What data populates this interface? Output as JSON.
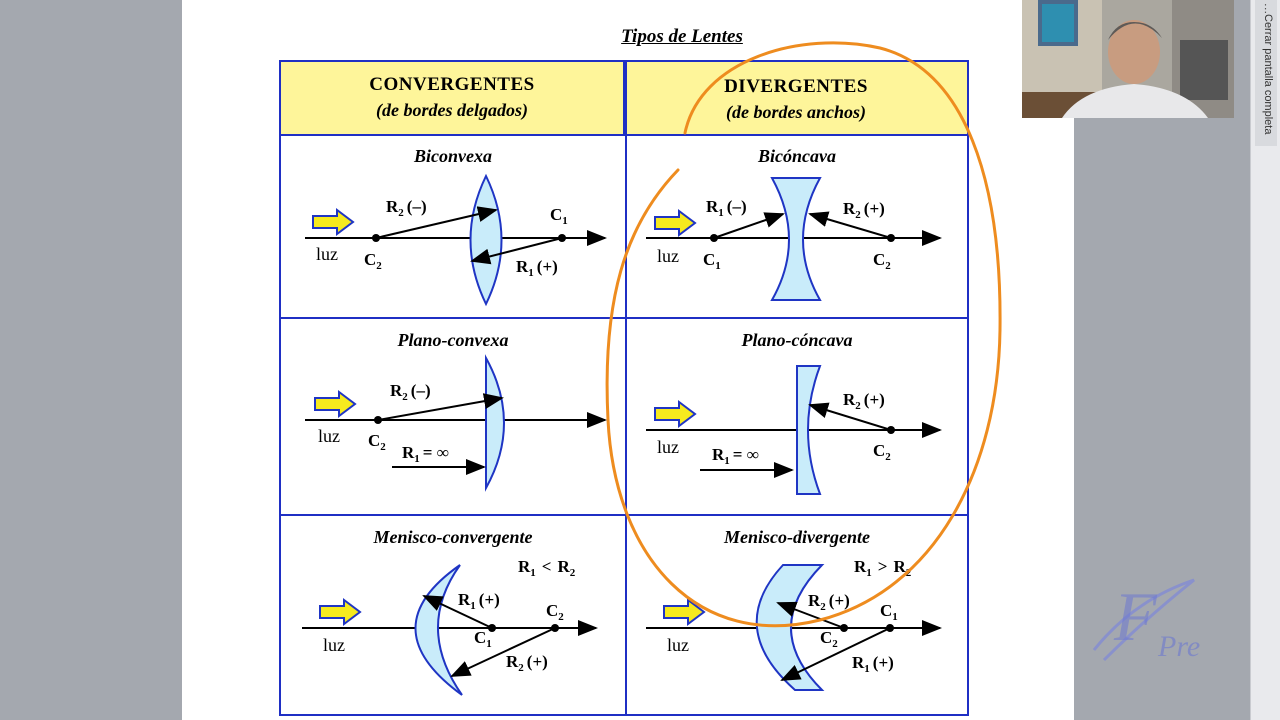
{
  "document": {
    "title": "Tipos de Lentes",
    "headers": {
      "convergentes": {
        "title": "CONVERGENTES",
        "subtitle": "(de bordes delgados)"
      },
      "divergentes": {
        "title": "DIVERGENTES",
        "subtitle": "(de bordes anchos)"
      }
    },
    "cells": {
      "biconvexa": {
        "title": "Biconvexa",
        "r2": "(–)",
        "r1": "(+)"
      },
      "biconcava": {
        "title": "Bicóncava",
        "r1": "(–)",
        "r2": "(+)"
      },
      "plano_convexa": {
        "title": "Plano-convexa",
        "r2": "(–)",
        "r1": "= ∞"
      },
      "plano_concava": {
        "title": "Plano-cóncava",
        "r2": "(+)",
        "r1": "= ∞"
      },
      "menisco_convergente": {
        "title": "Menisco-convergente",
        "relation": "<",
        "r1": "(+)",
        "r2": "(+)"
      },
      "menisco_divergente": {
        "title": "Menisco-divergente",
        "relation": ">",
        "r2": "(+)",
        "r1": "(+)"
      }
    },
    "labels": {
      "light": "luz",
      "R": "R",
      "C": "C",
      "sub1": "1",
      "sub2": "2"
    }
  },
  "ui": {
    "exit_fullscreen": "Cerrar pantalla completa",
    "menu_icon": "⋮"
  },
  "logo": {
    "letter": "F",
    "text": "Pre"
  },
  "colors": {
    "table_border": "#1f2fc4",
    "header_bg": "#fef59a",
    "lens_fill": "#c9ecfa",
    "lens_stroke": "#1f35c4",
    "arrow_fill": "#f6ea1e",
    "annotation": "#ee8c1f"
  },
  "icons": {
    "light_arrow": "arrow-right-icon"
  }
}
